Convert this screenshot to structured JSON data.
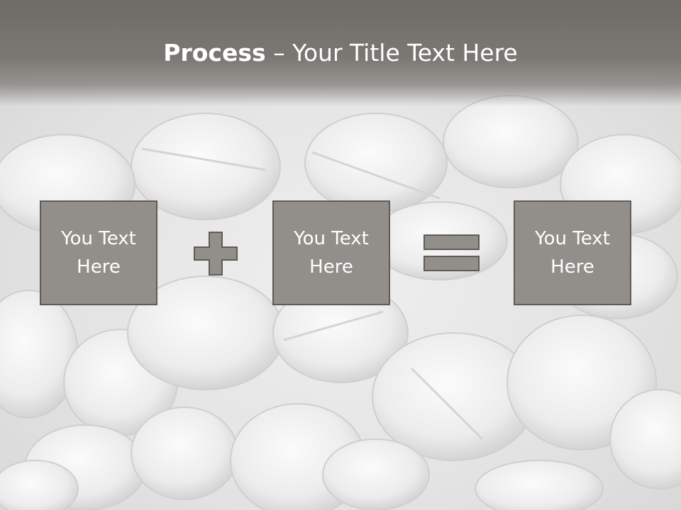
{
  "slide": {
    "title_bold": "Process",
    "title_separator": " – ",
    "title_rest": "Your Title Text Here",
    "steps": [
      {
        "text": "You Text Here"
      },
      {
        "text": "You Text Here"
      },
      {
        "text": "You Text Here"
      }
    ],
    "operators": [
      "plus-icon",
      "equals-icon"
    ]
  },
  "colors": {
    "header": "#777370",
    "box_fill": "#928e8a",
    "box_border": "#5f5b57",
    "text": "#ffffff"
  }
}
